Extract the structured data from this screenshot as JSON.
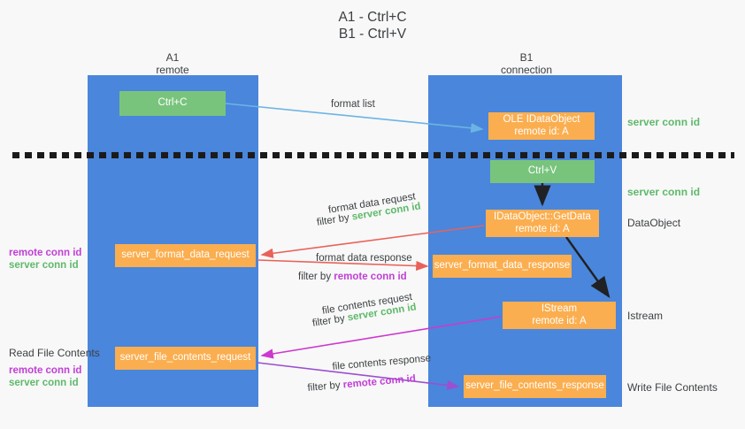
{
  "title": {
    "line1": "A1 - Ctrl+C",
    "line2": "B1 - Ctrl+V"
  },
  "columns": {
    "a1": {
      "name": "A1",
      "role": "remote"
    },
    "b1": {
      "name": "B1",
      "role": "connection"
    }
  },
  "nodes": {
    "ctrl_c": {
      "label": "Ctrl+C",
      "color": "#79c47d"
    },
    "ole_dataobject": {
      "label": "OLE IDataObject",
      "sublabel": "remote id: A",
      "color": "#fbae4f"
    },
    "ctrl_v": {
      "label": "Ctrl+V",
      "color": "#79c47d"
    },
    "get_data": {
      "label": "IDataObject::GetData",
      "sublabel": "remote id: A",
      "color": "#fbae4f"
    },
    "istream": {
      "label": "IStream",
      "sublabel": "remote id: A",
      "color": "#fbae4f"
    },
    "format_data_request": {
      "label": "server_format_data_request",
      "color": "#fbae4f"
    },
    "format_data_response": {
      "label": "server_format_data_response",
      "color": "#fbae4f"
    },
    "file_contents_request": {
      "label": "server_file_contents_request",
      "color": "#fbae4f"
    },
    "file_contents_response": {
      "label": "server_file_contents_response",
      "color": "#fbae4f"
    }
  },
  "edge_labels": {
    "format_list": "format list",
    "format_data_request": "format data request",
    "format_data_request_filter_prefix": "filter by ",
    "format_data_request_filter_id": "server conn id",
    "format_data_response": "format data response",
    "format_data_response_filter_prefix": "filter by ",
    "format_data_response_filter_id": "remote conn id",
    "file_contents_request": "file contents request",
    "file_contents_request_filter_prefix": "filter by ",
    "file_contents_request_filter_id": "server conn id",
    "file_contents_response": "file contents response",
    "file_contents_response_filter_prefix": "filter by ",
    "file_contents_response_filter_id": "remote conn id"
  },
  "right_notes": {
    "server_conn_id_top": "server conn id",
    "server_conn_id_mid": "server conn id",
    "dataobject": "DataObject",
    "istream": "Istream",
    "write_file_contents": "Write File Contents"
  },
  "left_notes": {
    "remote_conn_id_1": "remote conn id",
    "server_conn_id_1": "server conn id",
    "read_file_contents": "Read File Contents",
    "remote_conn_id_2": "remote conn id",
    "server_conn_id_2": "server conn id"
  },
  "colors": {
    "lane": "#4a86db",
    "green_node": "#79c47d",
    "orange_node": "#fbae4f",
    "green_text": "#5eb96a",
    "purple_text": "#c13fd6",
    "arrow_blue": "#6cb4e4",
    "arrow_red": "#e8625a",
    "arrow_magenta": "#cc39cf",
    "arrow_purple": "#9b4fd1",
    "arrow_dark": "#202124",
    "background": "#f8f8f8"
  }
}
